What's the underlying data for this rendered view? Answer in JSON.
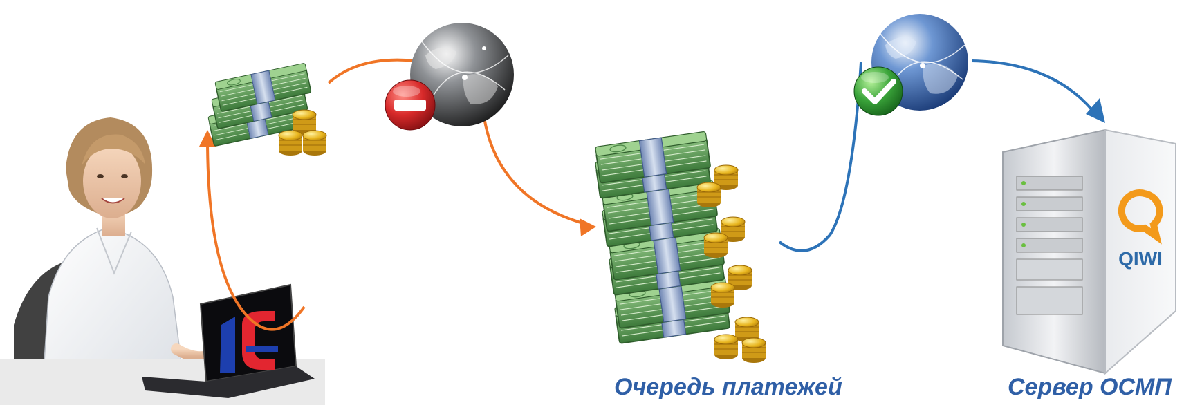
{
  "captions": {
    "queue": "Очередь платежей",
    "server": "Сервер ОСМП"
  },
  "logos": {
    "laptop_brand": "1С",
    "server_brand": "QIWI"
  },
  "icons": {
    "person": "woman-at-laptop",
    "money_small": "money-stack-with-coins",
    "globe_offline": "dark-globe-icon",
    "no_entry": "no-entry-icon",
    "money_queue": "stacked-money-queue",
    "globe_online": "blue-globe-icon",
    "check": "checkmark-icon",
    "server": "server-tower-icon"
  },
  "colors": {
    "caption": "#2f5fa6",
    "offline_arrow": "#f07526",
    "online_arrow": "#2d73b8",
    "no_entry": "#cf1f24",
    "check": "#3aa43a",
    "money": "#5f9b57",
    "coin": "#e8b51d"
  }
}
